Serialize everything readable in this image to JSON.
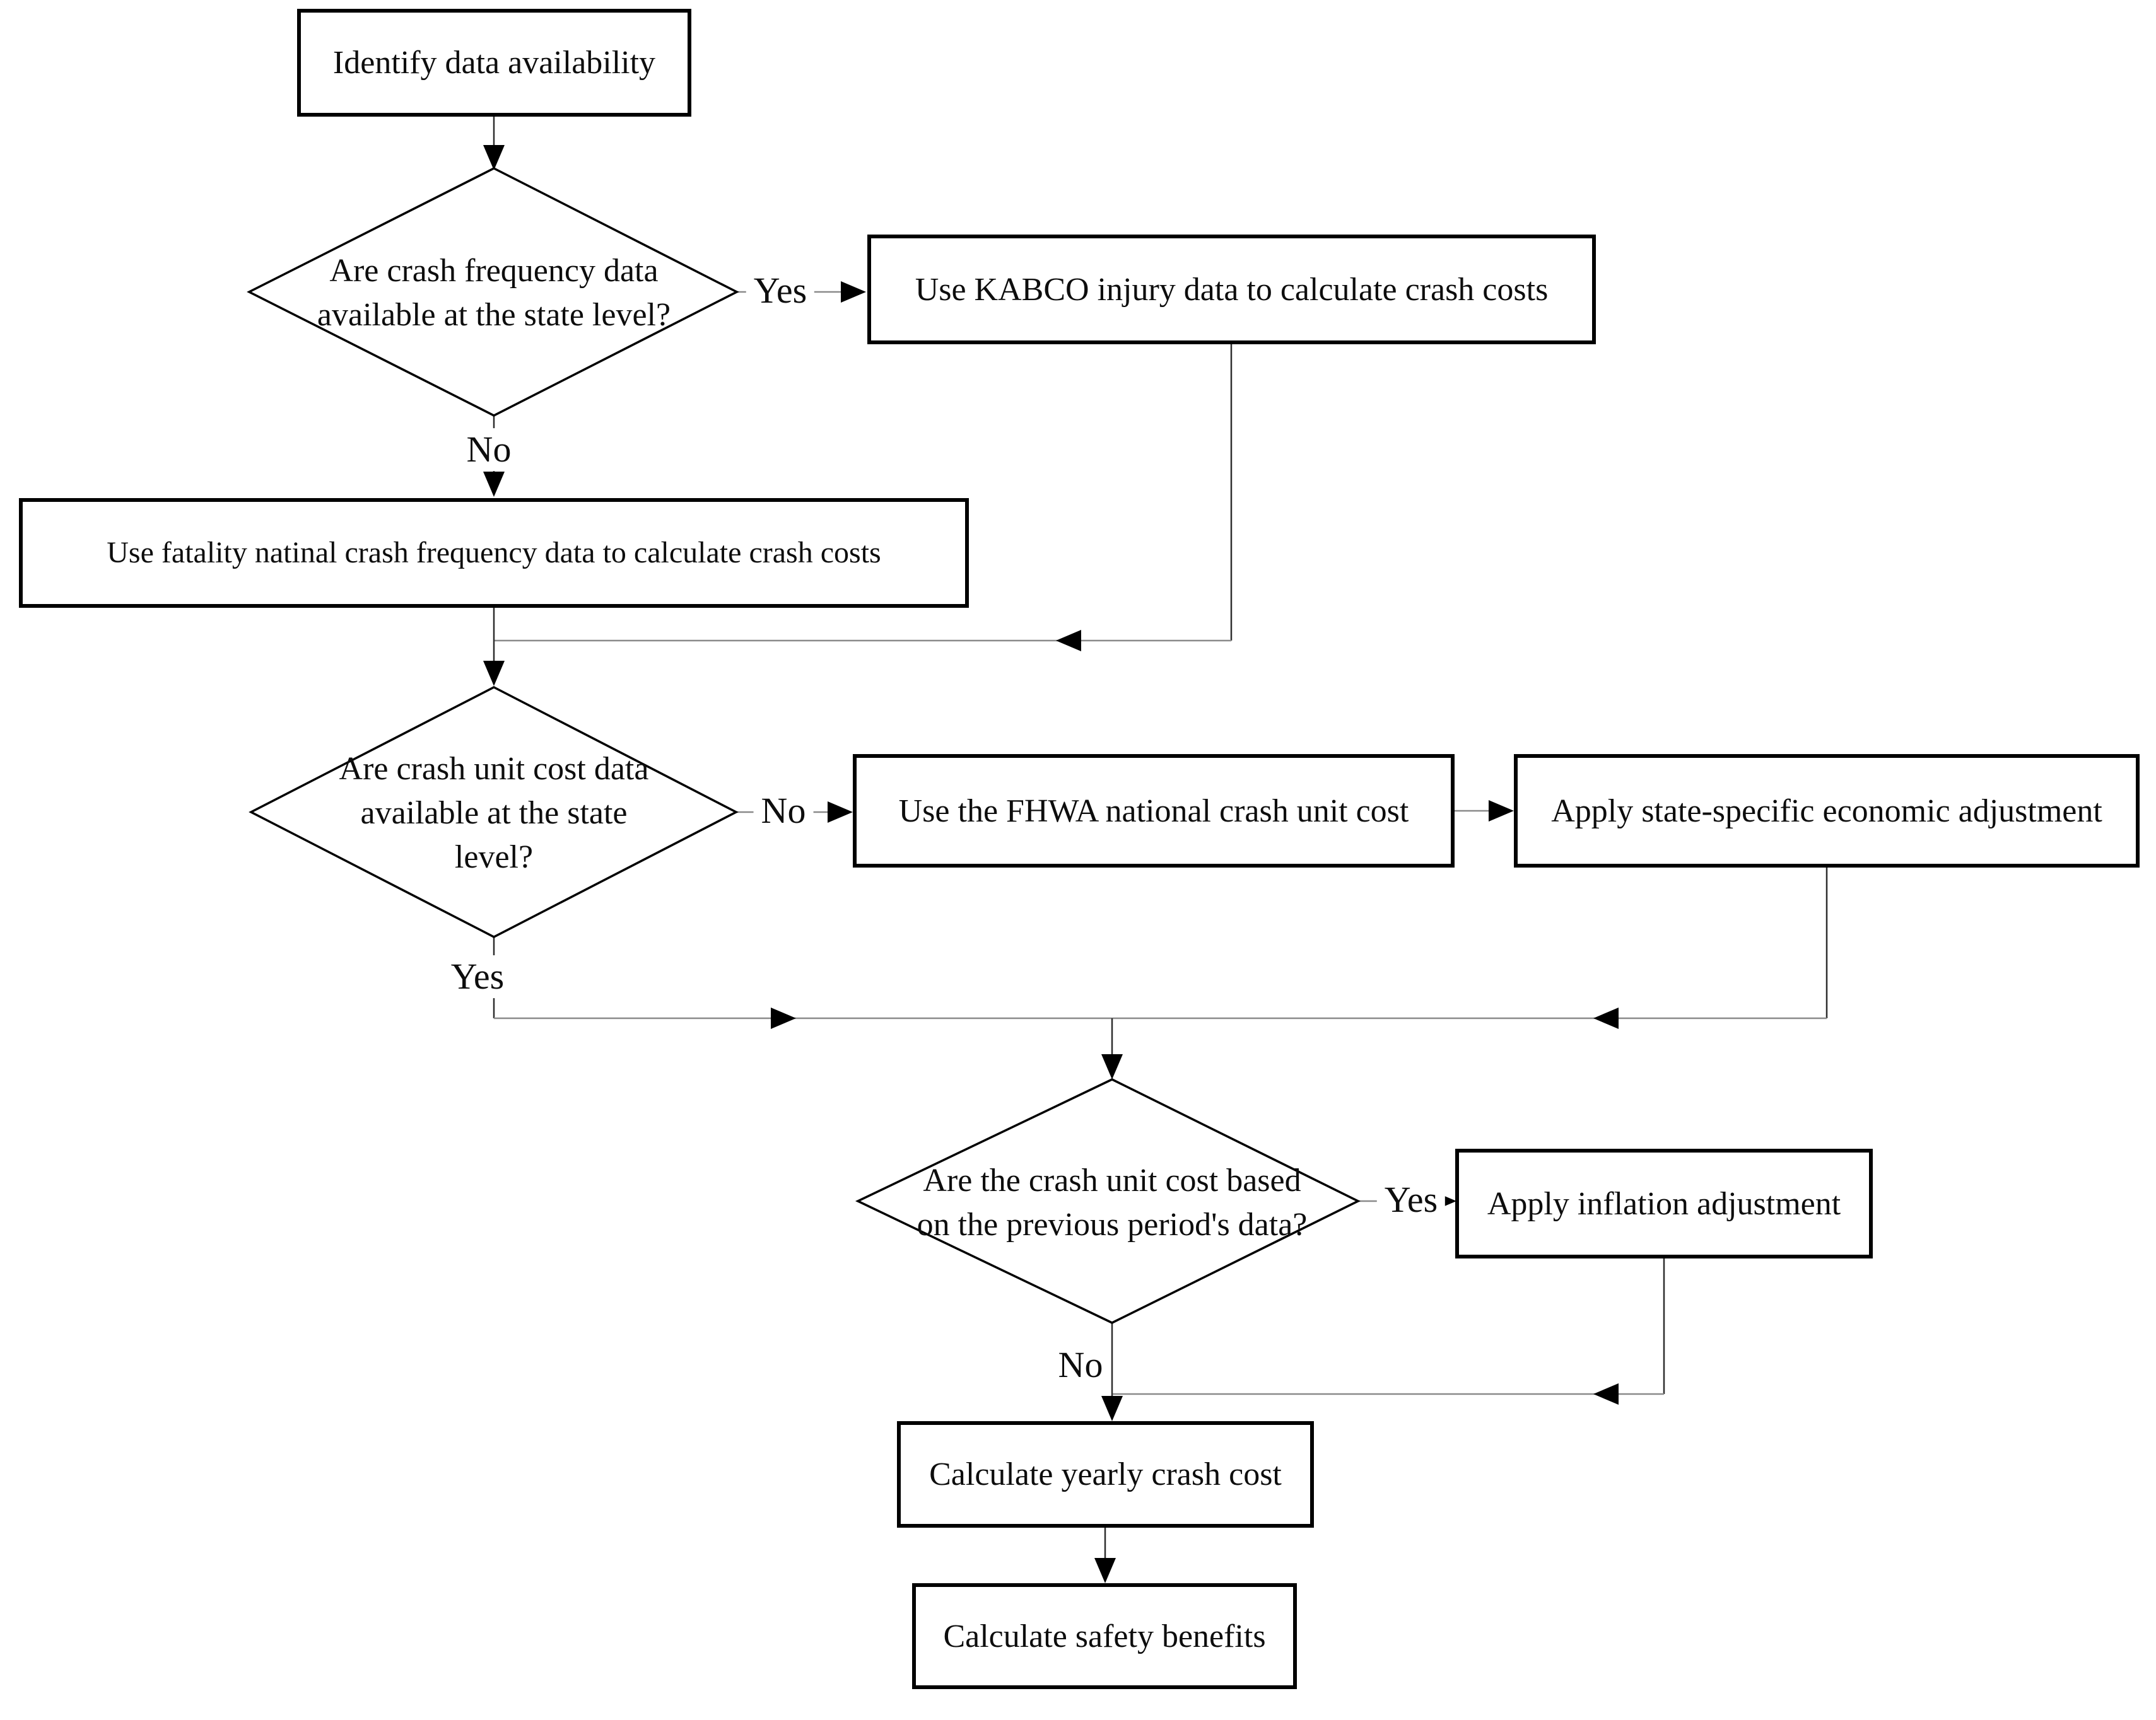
{
  "diagram": {
    "title": "Crash cost calculation flowchart",
    "nodes": {
      "identify": "Identify data availability",
      "decision_crash_frequency": "Are crash frequency data available at the state level?",
      "use_kabco": "Use KABCO injury data to calculate crash costs",
      "use_fatality_national": "Use fatality natinal crash frequency data to calculate crash costs",
      "decision_unit_cost": "Are crash unit cost data available at the state level?",
      "use_fhwa": "Use the FHWA national crash unit cost",
      "apply_economic": "Apply state-specific economic adjustment",
      "decision_previous_period": "Are the crash unit cost based on the previous period's data?",
      "apply_inflation": "Apply inflation adjustment",
      "calc_yearly": "Calculate yearly crash cost",
      "calc_safety": "Calculate safety benefits"
    },
    "edge_labels": {
      "freq_yes": "Yes",
      "freq_no": "No",
      "unit_no": "No",
      "unit_yes": "Yes",
      "prev_yes": "Yes",
      "prev_no": "No"
    },
    "colors": {
      "shape_stroke": "#000000",
      "connector_gray": "#8a8a8a",
      "connector_dark": "#2e2e2e",
      "arrowhead": "#000000",
      "text": "#0d0d0d",
      "background": "#ffffff"
    }
  }
}
